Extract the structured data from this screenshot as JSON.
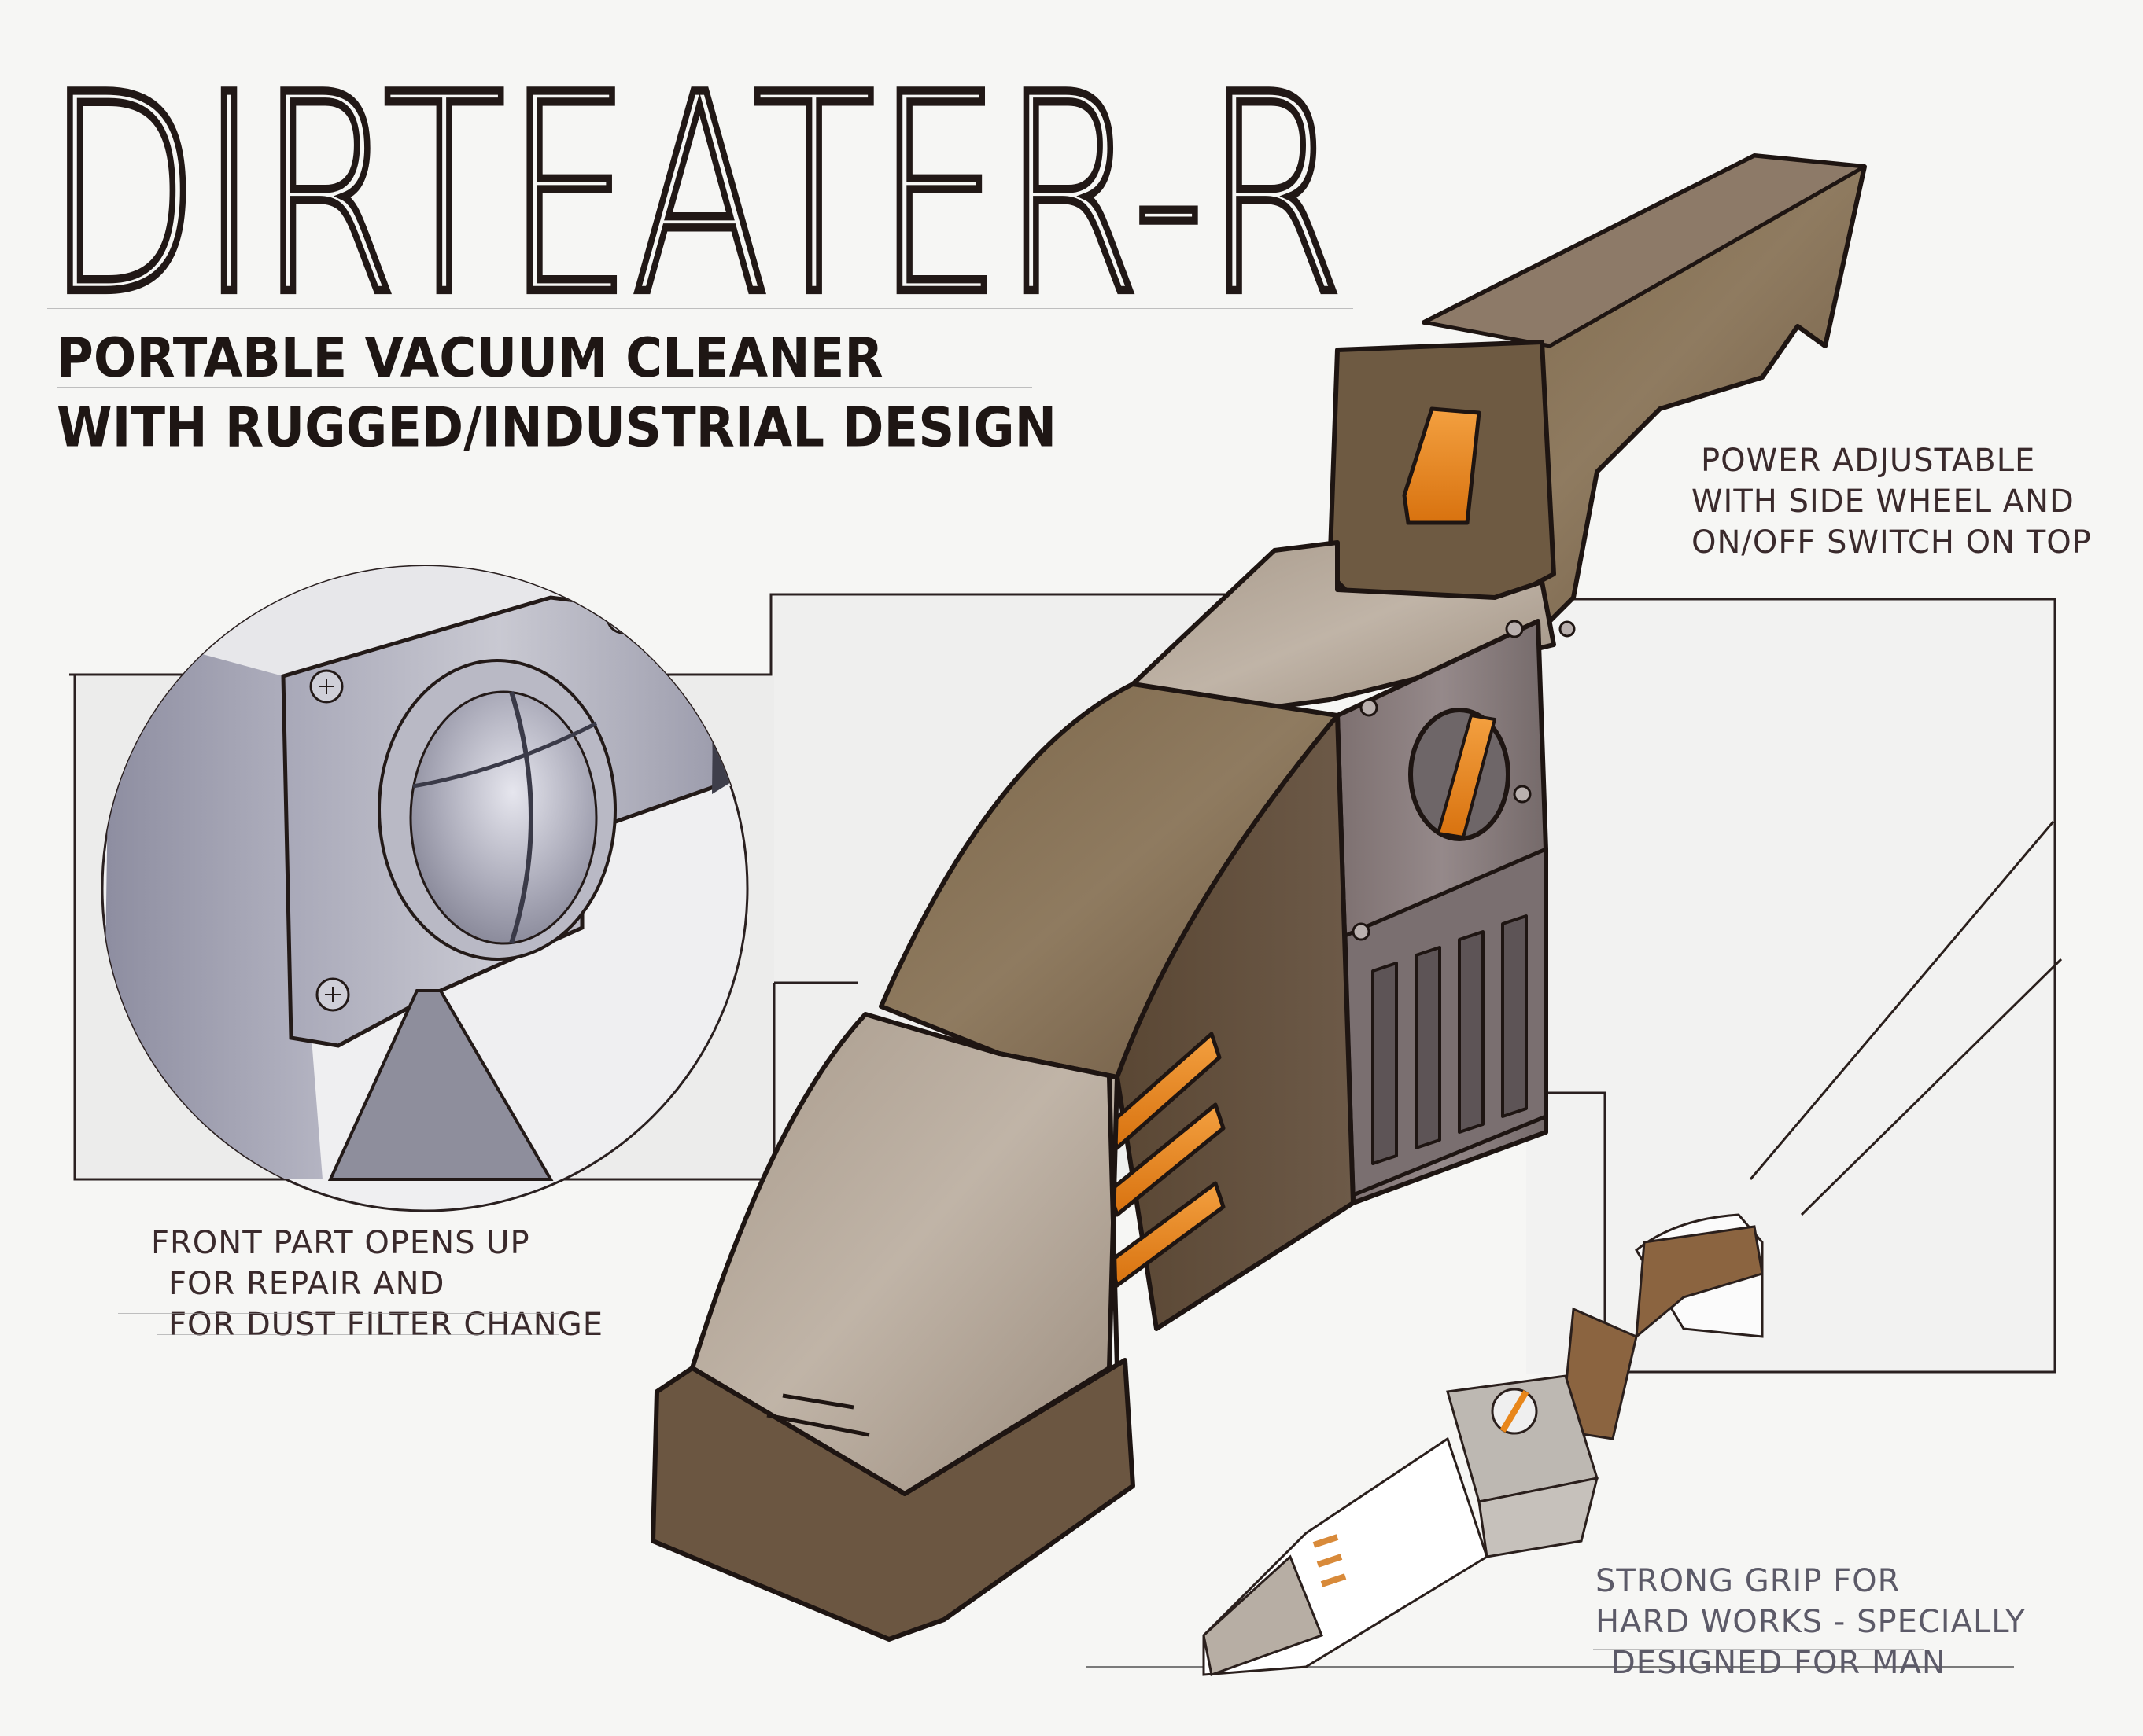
{
  "title": "DIRTEATER-R",
  "subtitle": {
    "lines": [
      "PORTABLE VACUUM CLEANER",
      "WITH RUGGED/INDUSTRIAL DESIGN"
    ]
  },
  "callouts": {
    "power": {
      "lines": [
        "POWER ADJUSTABLE",
        "WITH SIDE WHEEL AND",
        "ON/OFF SWITCH ON TOP"
      ]
    },
    "front": {
      "lines": [
        "FRONT PART OPENS UP",
        "FOR REPAIR AND",
        "FOR DUST FILTER CHANGE"
      ]
    },
    "grip": {
      "lines": [
        "STRONG GRIP FOR",
        "HARD WORKS - SPECIALLY",
        "DESIGNED FOR MAN"
      ]
    }
  },
  "colors": {
    "paper": "#f6f6f4",
    "ink": "#231a18",
    "body_brown": "#6f5a40",
    "body_light": "#9a8b7c",
    "body_dark": "#4f3f2e",
    "accent_orange": "#e8861a",
    "metal_grey": "#8e8a96",
    "detail_grey": "#9c9cac"
  }
}
